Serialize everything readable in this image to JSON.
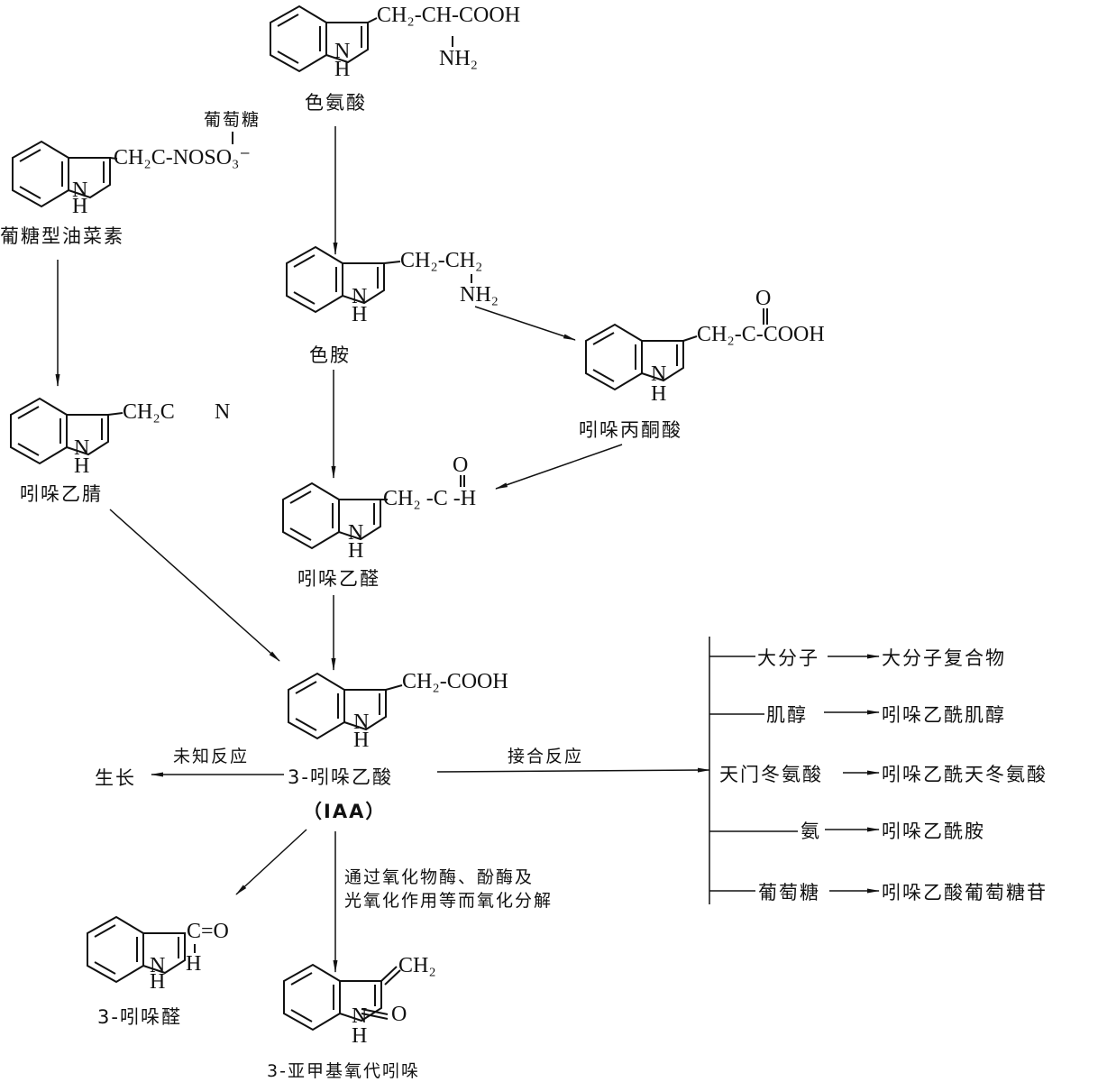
{
  "diagram": {
    "title": "",
    "compounds": {
      "tryptophan": {
        "name": "色氨酸",
        "side_chain": "CH₂-CH-COOH",
        "substituent": "NH₂",
        "ring_atoms": [
          "N",
          "H"
        ]
      },
      "glucobrassicin": {
        "name": "葡糖型油菜素",
        "side_chain": "CH₂C-NOSO₃⁻",
        "substituent_top": "葡萄糖",
        "ring_atoms": [
          "N",
          "H"
        ]
      },
      "tryptamine": {
        "name": "色胺",
        "side_chain": "CH₂-CH₂",
        "substituent": "NH₂",
        "ring_atoms": [
          "N",
          "H"
        ]
      },
      "indolepyruvic_acid": {
        "name": "吲哚丙酮酸",
        "side_chain": "CH₂-C-COOH",
        "substituent_top": "O",
        "ring_atoms": [
          "N",
          "H"
        ]
      },
      "indoleacetonitrile": {
        "name": "吲哚乙腈",
        "side_chain": "CH₂C",
        "nitrile_n": "N",
        "ring_atoms": [
          "N",
          "H"
        ]
      },
      "indoleacetaldehyde": {
        "name": "吲哚乙醛",
        "side_chain": "CH₂ -C -H",
        "substituent_top": "O",
        "ring_atoms": [
          "N",
          "H"
        ]
      },
      "iaa": {
        "name": "3-吲哚乙酸",
        "abbr": "（IAA）",
        "side_chain": "CH₂-COOH",
        "ring_atoms": [
          "N",
          "H"
        ]
      },
      "indole_aldehyde": {
        "name": "3-吲哚醛",
        "group": "C=O",
        "h": "H",
        "ring_atoms": [
          "N",
          "H"
        ]
      },
      "methylene_oxindole": {
        "name": "3-亚甲基氧代吲哚",
        "group": "CH₂",
        "carbonyl": "O",
        "ring_atoms": [
          "N",
          "H"
        ]
      }
    },
    "reactions": {
      "unknown": "未知反应",
      "growth": "生长",
      "conjugation": "接合反应",
      "oxidation": [
        "通过氧化物酶、酚酶及",
        "光氧化作用等而氧化分解"
      ]
    },
    "conjugates": [
      {
        "partner": "大分子",
        "product": "大分子复合物"
      },
      {
        "partner": "肌醇",
        "product": "吲哚乙酰肌醇"
      },
      {
        "partner": "天门冬氨酸",
        "product": "吲哚乙酰天冬氨酸"
      },
      {
        "partner": "氨",
        "product": "吲哚乙酰胺"
      },
      {
        "partner": "葡萄糖",
        "product": "吲哚乙酸葡萄糖苷"
      }
    ]
  }
}
